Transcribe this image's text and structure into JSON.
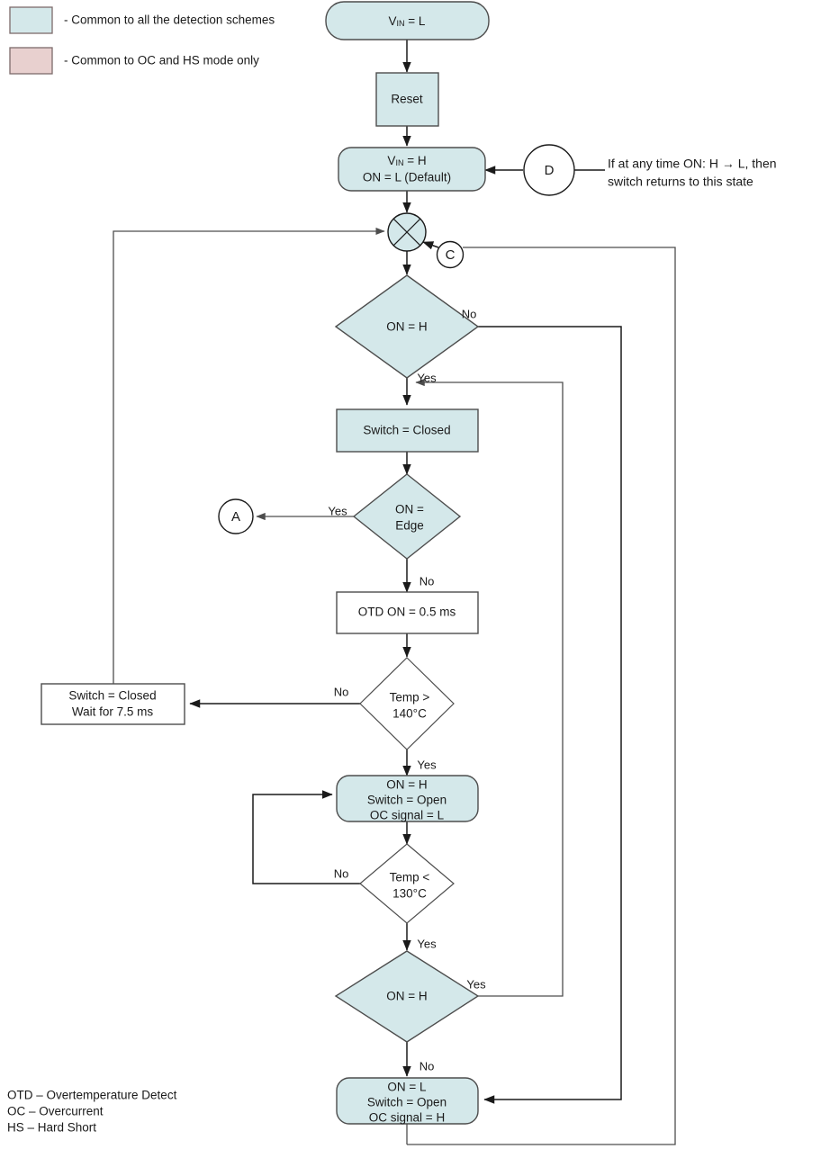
{
  "legend": {
    "items": [
      {
        "swatch_color": "#d4e8ea",
        "label": "- Common to all the detection schemes"
      },
      {
        "swatch_color": "#e8d0cf",
        "label": "- Common to OC and HS mode only"
      }
    ]
  },
  "nodes": {
    "vin_low": {
      "label_prefix": "V",
      "label_sub": "IN",
      "label_suffix": " = L",
      "shape": "rounded",
      "fill": "#d4e8ea"
    },
    "reset": {
      "label": "Reset",
      "shape": "rect",
      "fill": "#d4e8ea"
    },
    "vin_high": {
      "line1_prefix": "V",
      "line1_sub": "IN",
      "line1_suffix": " = H",
      "line2": "ON = L (Default)",
      "shape": "rounded",
      "fill": "#d4e8ea"
    },
    "junction": {
      "name": "merge-junction",
      "fill": "#d4e8ea"
    },
    "on_h_top": {
      "label": "ON = H",
      "shape": "diamond",
      "fill": "#d4e8ea"
    },
    "switch_closed": {
      "label": "Switch = Closed",
      "shape": "rect",
      "fill": "#d4e8ea"
    },
    "on_edge": {
      "line1": "ON =",
      "line2": "Edge",
      "shape": "diamond",
      "fill": "#d4e8ea"
    },
    "otd_on": {
      "label": "OTD ON = 0.5 ms",
      "shape": "rect",
      "fill": "#ffffff"
    },
    "temp_gt": {
      "line1": "Temp >",
      "line2": "140°C",
      "shape": "diamond",
      "fill": "#ffffff"
    },
    "switch_closed_wait": {
      "line1": "Switch = Closed",
      "line2": "Wait for 7.5 ms",
      "shape": "rect",
      "fill": "#ffffff"
    },
    "open_oc_low": {
      "line1": "ON = H",
      "line2": "Switch = Open",
      "line3": "OC signal = L",
      "shape": "rounded",
      "fill": "#d4e8ea"
    },
    "temp_lt": {
      "line1": "Temp <",
      "line2": "130°C",
      "shape": "diamond",
      "fill": "#ffffff"
    },
    "on_h_bottom": {
      "label": "ON = H",
      "shape": "diamond",
      "fill": "#d4e8ea"
    },
    "open_oc_high": {
      "line1": "ON = L",
      "line2": "Switch = Open",
      "line3": "OC signal = H",
      "shape": "rounded",
      "fill": "#d4e8ea"
    }
  },
  "connectors": {
    "a": {
      "label": "A"
    },
    "c": {
      "label": "C"
    },
    "d": {
      "label": "D"
    }
  },
  "edge_labels": {
    "on_h_top_no": "No",
    "on_h_top_yes": "Yes",
    "on_edge_yes": "Yes",
    "on_edge_no": "No",
    "temp_gt_no": "No",
    "temp_gt_yes": "Yes",
    "temp_lt_no": "No",
    "temp_lt_yes": "Yes",
    "on_h_bottom_yes": "Yes",
    "on_h_bottom_no": "No"
  },
  "annotation": {
    "line1": "If at any time ON: H → L, then",
    "line2": "switch returns to this state"
  },
  "abbreviations": [
    "OTD – Overtemperature Detect",
    "OC – Overcurrent",
    "HS – Hard Short"
  ],
  "colors": {
    "blue_fill": "#d4e8ea",
    "pink_fill": "#e8d0cf",
    "node_stroke": "#4d4d4d",
    "edge_stroke": "#4d4d4d",
    "text": "#1a1a1a"
  }
}
